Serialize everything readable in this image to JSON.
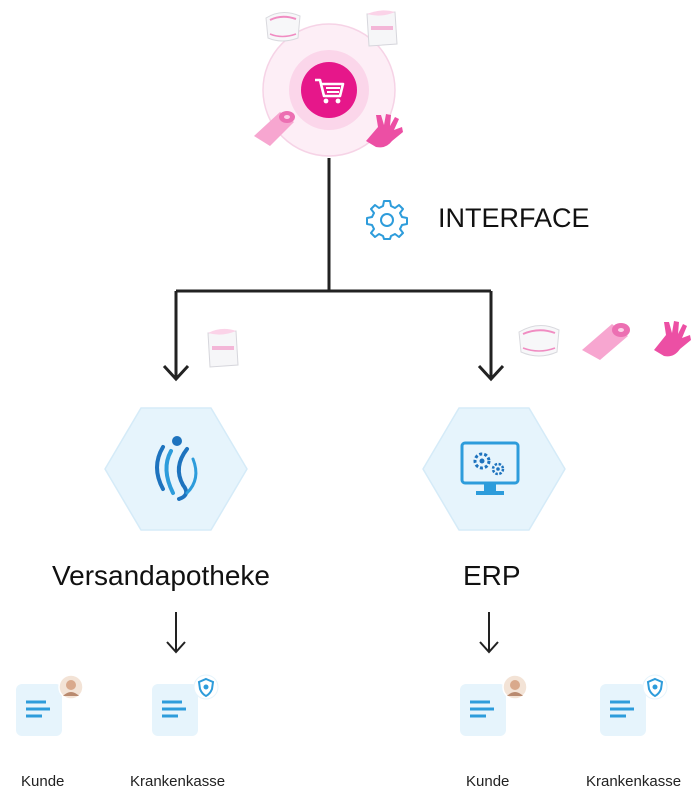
{
  "diagram": {
    "interface_label": "INTERFACE",
    "left_node": {
      "label": "Versandapotheke",
      "icon": "pharmacy-logo-icon",
      "children": [
        {
          "label": "Kunde",
          "badge": "customer-avatar-icon"
        },
        {
          "label": "Krankenkasse",
          "badge": "insurance-shield-icon"
        }
      ]
    },
    "right_node": {
      "label": "ERP",
      "icon": "computer-settings-icon",
      "children": [
        {
          "label": "Kunde",
          "badge": "customer-avatar-icon"
        },
        {
          "label": "Krankenkasse",
          "badge": "insurance-shield-icon"
        }
      ]
    },
    "colors": {
      "accent_pink": "#e6178a",
      "accent_blue": "#2d9cdb",
      "line": "#222222",
      "hex_fill": "#e6f4fc"
    }
  }
}
